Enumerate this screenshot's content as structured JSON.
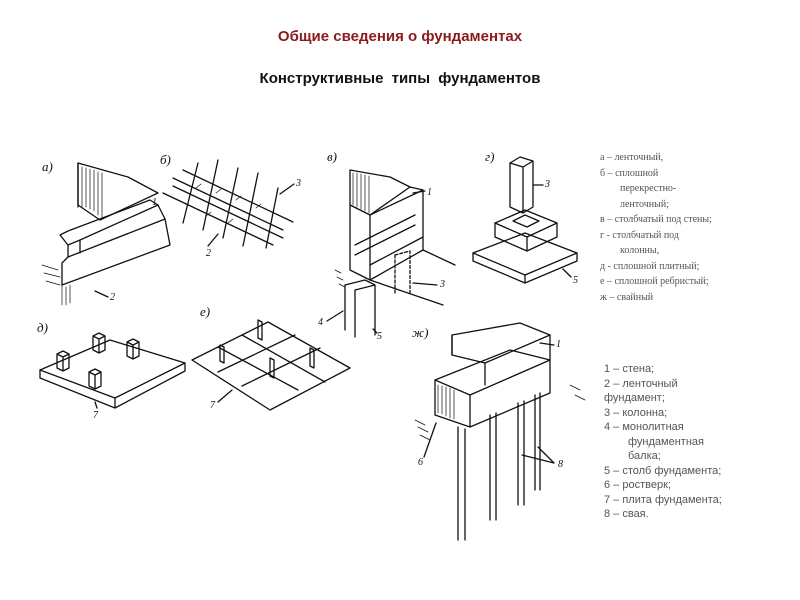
{
  "header": {
    "title": "Общие сведения о фундаментах",
    "subtitle": "Конструктивные типы фундаментов"
  },
  "figure_labels": {
    "a": "а)",
    "b": "б)",
    "v": "в)",
    "g": "г)",
    "d": "д)",
    "e": "е)",
    "zh": "ж)"
  },
  "callouts": {
    "n1": "1",
    "n2": "2",
    "n3": "3",
    "n4": "4",
    "n5": "5",
    "n6": "6",
    "n7": "7",
    "n8": "8"
  },
  "legend_types": [
    "а – ленточный,",
    "б – сплошной",
    "перекрестно-",
    "ленточный;",
    "в – столбчатый под стены;",
    "г -  столбчатый под",
    "колонны,",
    "д -  сплошной плитный;",
    "е – сплошной ребристый;",
    "ж – свайный"
  ],
  "legend_numbers": [
    "1 – стена;",
    "2 – ленточный",
    "фундамент;",
    "3 – колонна;",
    "4 – монолитная",
    "фундаментная",
    "балка;",
    "5 – столб фундамента;",
    "6 – ростверк;",
    "7 – плита  фундамента;",
    "8 – свая."
  ]
}
